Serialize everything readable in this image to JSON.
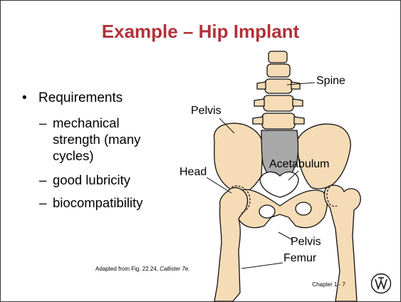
{
  "title": "Example – Hip Implant",
  "requirements": {
    "bullet": "•",
    "heading": "Requirements",
    "dash": "–",
    "items": [
      {
        "lines": [
          "mechanical",
          "strength (many",
          "cycles)"
        ]
      },
      {
        "lines": [
          "good lubricity"
        ]
      },
      {
        "lines": [
          "biocompatibility"
        ]
      }
    ]
  },
  "figure_labels": {
    "spine": "Spine",
    "pelvis_top": "Pelvis",
    "acetabulum": "Acetabulum",
    "head": "Head",
    "pelvis_bottom": "Pelvis",
    "femur": "Femur"
  },
  "caption": {
    "prefix": "Adapted from Fig. 22.24, ",
    "italic": "Callister 7e",
    "suffix": "."
  },
  "footer": "Chapter 1 -   7",
  "colors": {
    "title": "#b0323a",
    "bone": "#f6dcb6",
    "cartilage": "#a8a8a8",
    "outline": "#111111"
  },
  "logo_icon": "university-seal-icon"
}
